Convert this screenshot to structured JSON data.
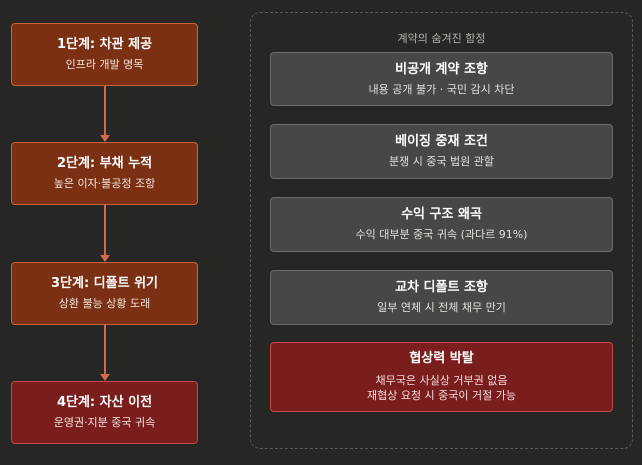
{
  "stages": [
    {
      "title": "1단계: 차관 제공",
      "subtitle": "인프라 개발 명목"
    },
    {
      "title": "2단계: 부채 누적",
      "subtitle": "높은 이자·불공정 조항"
    },
    {
      "title": "3단계: 디폴트 위기",
      "subtitle": "상환 불능 상황 도래"
    },
    {
      "title": "4단계: 자산 이전",
      "subtitle": "운영권·지분 중국 귀속"
    }
  ],
  "panel": {
    "title": "계약의 숨겨진 함정",
    "clauses": [
      {
        "title": "비공개 계약 조항",
        "lines": [
          "내용 공개 불가 · 국민 감시 차단"
        ]
      },
      {
        "title": "베이징 중재 조건",
        "lines": [
          "분쟁 시 중국 법원 관할"
        ]
      },
      {
        "title": "수익 구조 왜곡",
        "lines": [
          "수익 대부분 중국 귀속 (과다르 91%)"
        ]
      },
      {
        "title": "교차 디폴트 조항",
        "lines": [
          "일부 연체 시 전체 채무 만기"
        ]
      },
      {
        "title": "협상력 박탈",
        "lines": [
          "채무국은 사실상 거부권 없음",
          "재협상 요청 시 중국이 거절 가능"
        ]
      }
    ]
  },
  "colors": {
    "stage_fill": "#7b2f13",
    "final_fill": "#7a1d1d",
    "arrow": "#d4694a",
    "clause_fill": "#474745"
  }
}
